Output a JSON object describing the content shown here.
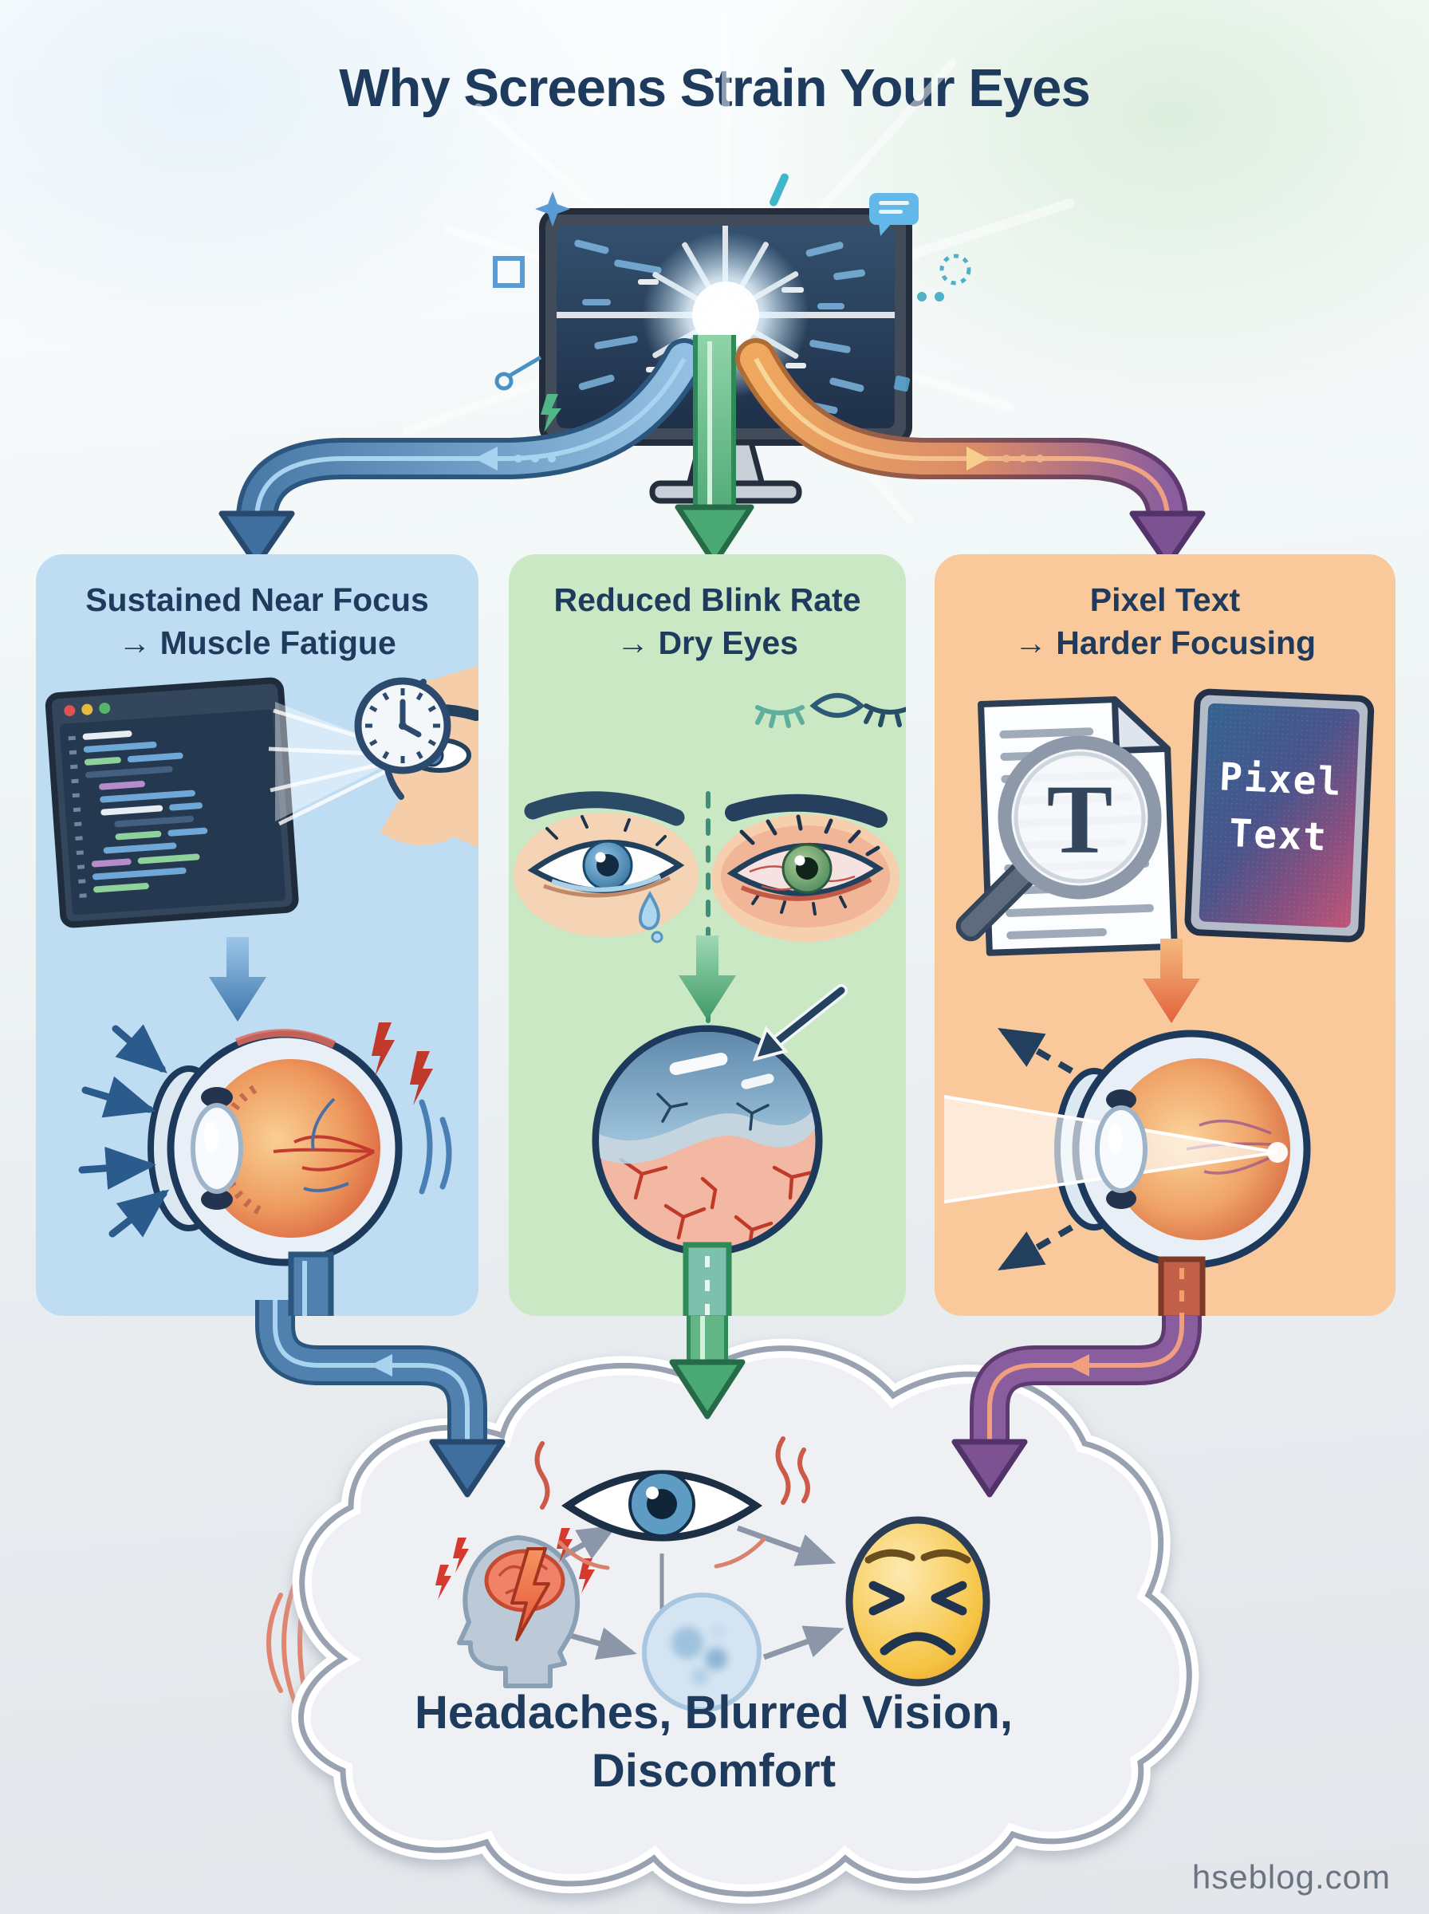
{
  "title": "Why Screens Strain Your Eyes",
  "columns": [
    {
      "id": "near-focus",
      "header_line1": "Sustained Near Focus",
      "header_line2": "→ Muscle Fatigue",
      "accent": "#4a7fb5",
      "bg": "#bedcf2"
    },
    {
      "id": "blink-rate",
      "header_line1": "Reduced Blink Rate",
      "header_line2": "→ Dry Eyes",
      "accent": "#55b97e",
      "bg": "#cbe8c5"
    },
    {
      "id": "pixel-text",
      "header_line1": "Pixel Text",
      "header_line2": "→ Harder Focusing",
      "accent": "#e8824d",
      "bg": "#f9c99c"
    }
  ],
  "pixel_screen": {
    "line1": "Pixel",
    "line2": "Text"
  },
  "magnifier_letter": "T",
  "outcome": {
    "line1": "Headaches, Blurred Vision,",
    "line2": "Discomfort"
  },
  "watermark": "hseblog.com",
  "icons": {
    "top": "glowing-monitor",
    "col1": [
      "code-editor-screen",
      "face-profile",
      "clock",
      "strained-eyeball-anatomy",
      "pain-bolts"
    ],
    "col2": [
      "blink-sequence",
      "healthy-eye-with-tear",
      "irritated-eye",
      "dry-eye-closeup"
    ],
    "col3": [
      "text-document",
      "magnifier-with-letter",
      "pixelated-screen",
      "eyeball-focusing",
      "idea-bulb"
    ],
    "cloud": [
      "headache-head",
      "blurred-vision-eye",
      "blur-spot",
      "distressed-emoji"
    ]
  },
  "colors": {
    "navy": "#1e3a5c",
    "col1-bg": "#bedcf2",
    "col2-bg": "#cbe8c5",
    "col3-bg": "#f9c99c",
    "blue-arrow": "#4f80ae",
    "blue-arrow-dark": "#2b567e",
    "blue-arrow-light": "#a8d4f0",
    "green-arrow": "#4aa874",
    "green-arrow-dark": "#2f8a5a",
    "green-arrow-light": "#d2f0dc",
    "orange-arrow": "#eda25b",
    "purple-arrow": "#8a5d9e",
    "purple-arrow-dark": "#5e3a70",
    "salmon-stripe": "#ef9f7f",
    "cloud-bg": "#eef0f4",
    "cloud-border": "#99a2b0",
    "gray-arrow": "#8b97a8",
    "watermark": "#6b7480"
  }
}
